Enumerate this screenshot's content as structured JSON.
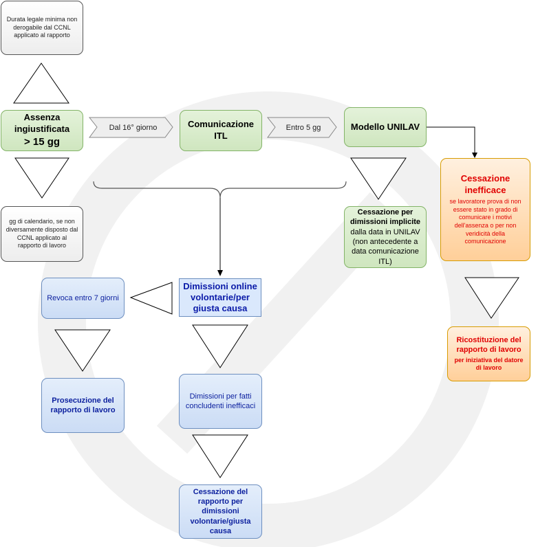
{
  "nodes": {
    "legal_duration": "Durata legale minima non derogabile dal CCNL applicato al rapporto",
    "absence": "Assenza ingiustificata",
    "absence_threshold": "> 15 gg",
    "calendar_days": "gg di calendario, se non diversamente disposto dal CCNL applicato al rapporto di lavoro",
    "itl": "Comunicazione ITL",
    "unilav": "Modello UNILAV",
    "implicit_title": "Cessazione per dimissioni implicite",
    "implicit_detail": "dalla data in UNILAV (non antecedente a data comunicazione ITL)",
    "ineffective_title": "Cessazione inefficace",
    "ineffective_detail": "se lavoratore prova di non essere stato in grado di comunicare i motivi dell'assenza o per non veridicità della comunicazione",
    "reconstitution_title": "Ricostituzione del rapporto di lavoro",
    "reconstitution_detail": "per iniziativa del datore di lavoro",
    "online_resignation": "Dimissioni online volontarie/per giusta causa",
    "revoke": "Revoca entro 7 giorni",
    "continuation": "Prosecuzione del rapporto di lavoro",
    "conclusive_facts": "Dimissioni per fatti concludenti inefficaci",
    "voluntary_end": "Cessazione del rapporto per dimissioni volontarie/giusta causa"
  },
  "labels": {
    "from_16th_day": "Dal 16° giorno",
    "within_5_days": "Entro 5 gg"
  },
  "colors": {
    "green_border": "#82b366",
    "blue_border": "#6c8ebf",
    "orange_border": "#d79b00",
    "red_text": "#e00000",
    "blue_text": "#0b1f9e"
  }
}
